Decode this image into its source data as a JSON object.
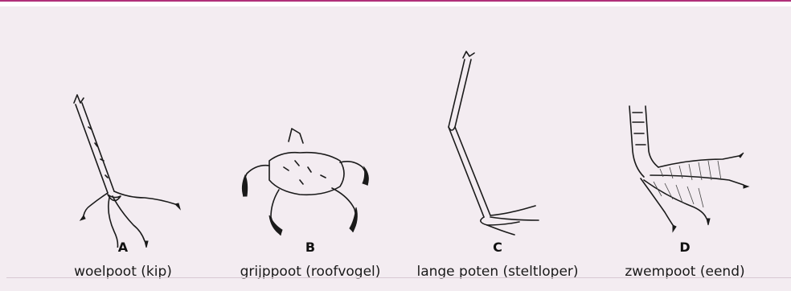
{
  "figures": [
    {
      "letter": "A",
      "caption": "woelpoot (kip)",
      "icon": "chicken-foot-icon"
    },
    {
      "letter": "B",
      "caption": "grijppoot (roofvogel)",
      "icon": "raptor-foot-icon"
    },
    {
      "letter": "C",
      "caption": "lange poten (steltloper)",
      "icon": "wader-leg-icon"
    },
    {
      "letter": "D",
      "caption": "zwempoot (eend)",
      "icon": "duck-foot-icon"
    }
  ],
  "colors": {
    "accent": "#b0307a",
    "panel_background": "#f3ecf1",
    "ink": "#1a1a1a"
  }
}
